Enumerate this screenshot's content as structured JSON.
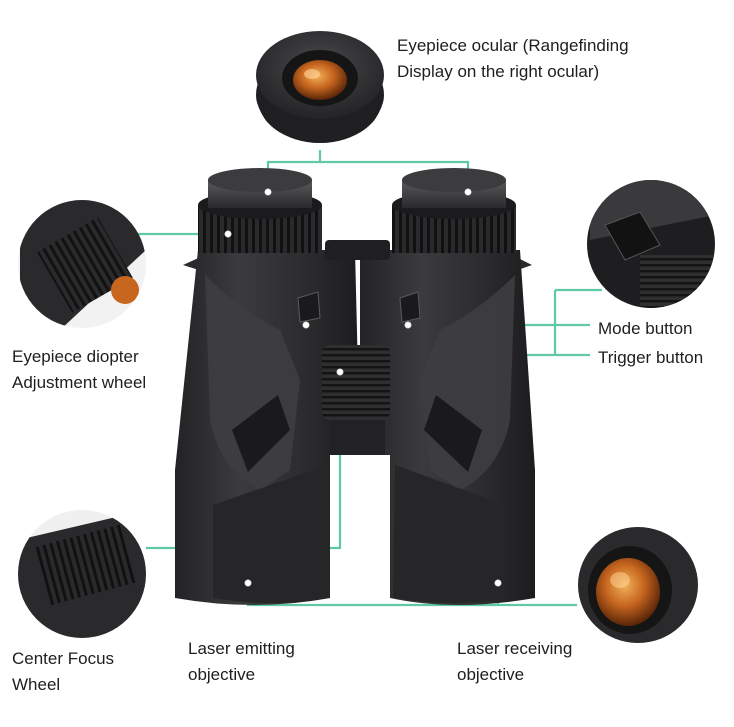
{
  "labels": {
    "eyepiece_ocular": {
      "line1": "Eyepiece ocular (Rangefinding",
      "line2": "Display on the right ocular)"
    },
    "diopter": {
      "line1": "Eyepiece diopter",
      "line2": "Adjustment wheel"
    },
    "mode_button": "Mode button",
    "trigger_button": "Trigger button",
    "laser_emitting": {
      "line1": "Laser emitting",
      "line2": "objective"
    },
    "laser_receiving": {
      "line1": "Laser receiving",
      "line2": "objective"
    },
    "center_focus": {
      "line1": "Center Focus",
      "line2": "Wheel"
    }
  },
  "colors": {
    "callout_line": "#5fc9a4",
    "body": "#2f2f31",
    "body_light": "#4a4a4d",
    "lens_orange": "#d7852c",
    "marker_dot": "#ffffff"
  }
}
